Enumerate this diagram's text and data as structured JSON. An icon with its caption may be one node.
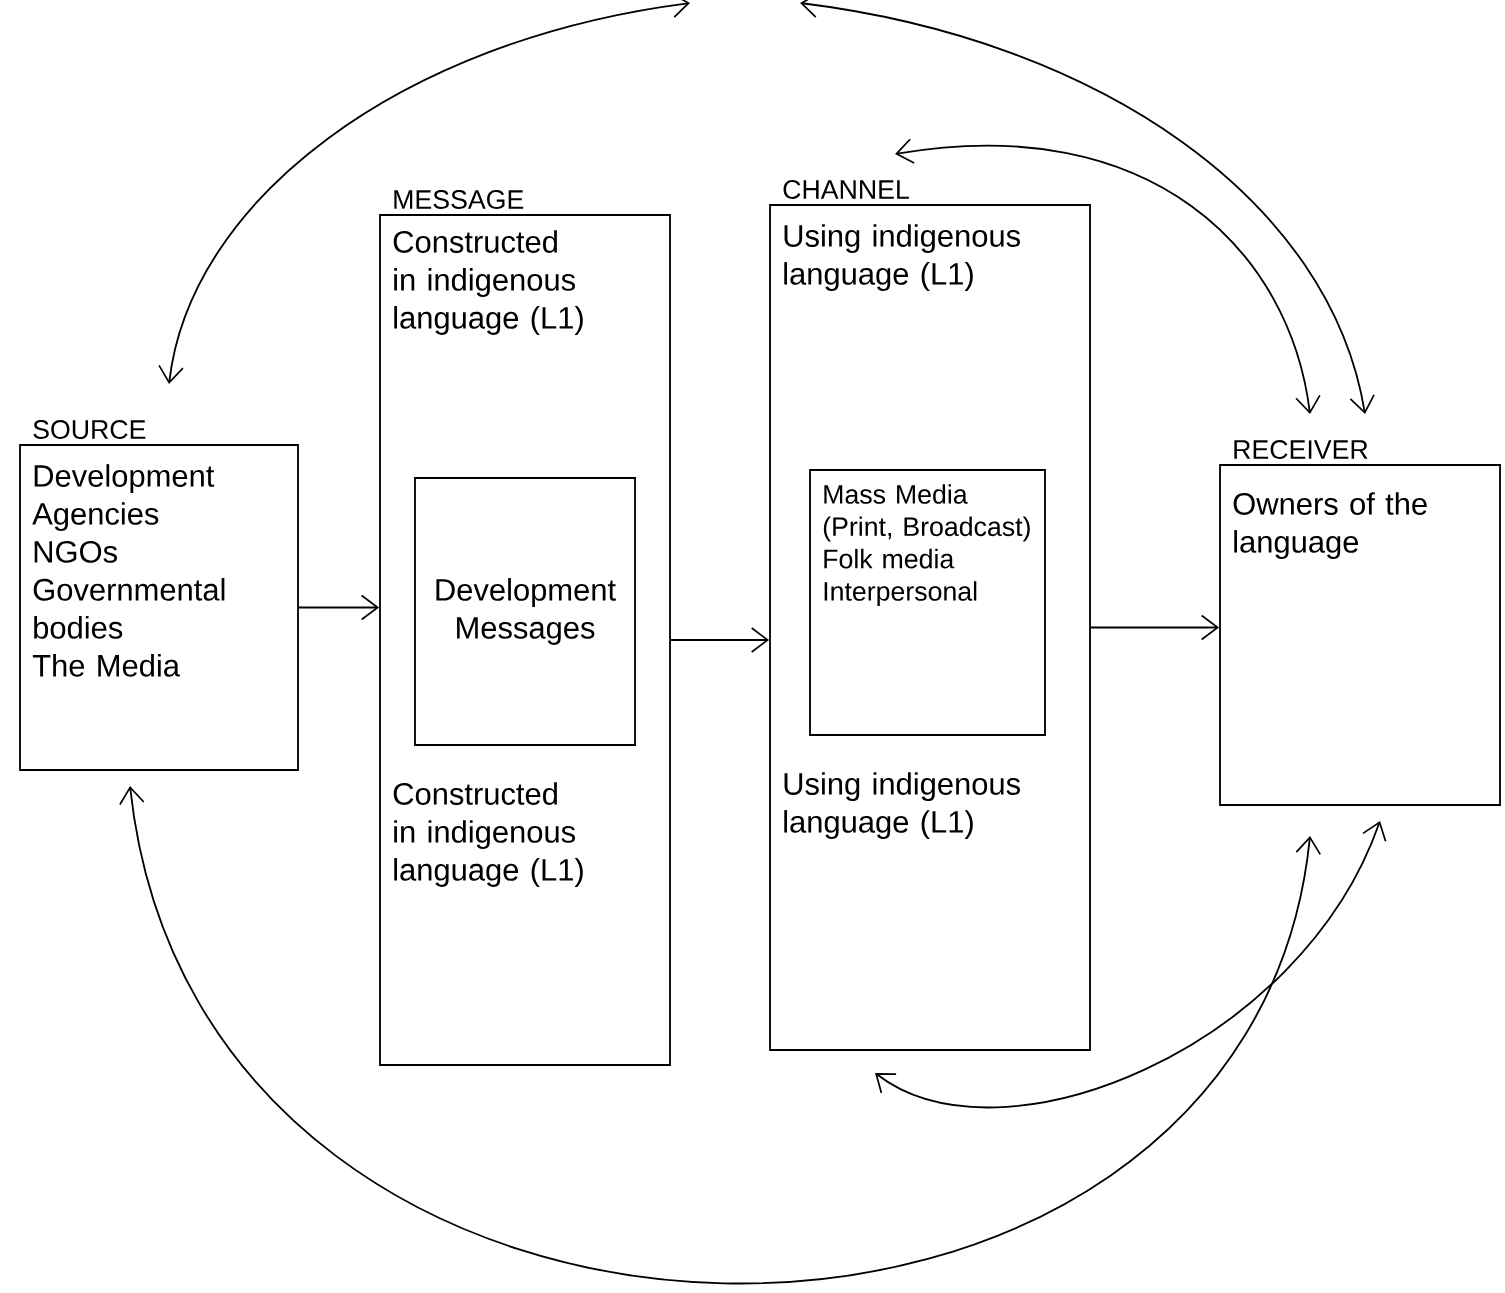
{
  "diagram": {
    "nodes": [
      {
        "text": [
          "SOURCE",
          "Development Agencies",
          "NGOs",
          "Governmental bodies",
          "The Media"
        ]
      },
      {
        "text": [
          "MESSAGE",
          "Constructed in indigenous language (L1)",
          "Constructed in indigenous language (L1)"
        ]
      },
      {
        "text": [
          "Development Messages"
        ],
        "in": 1
      },
      {
        "text": [
          "CHANNEL",
          "Using indigenous language (L1)",
          "Using indigenous language (L1)"
        ]
      },
      {
        "text": [
          "Mass Media (Print, Broadcast)",
          "Folk media",
          "Interpersonal"
        ],
        "in": 3
      },
      {
        "text": [
          "RECEIVER",
          "Owners of the language"
        ]
      }
    ],
    "edges": [
      {
        "from": 0,
        "to": 1,
        "arrow": "to"
      },
      {
        "from": 1,
        "to": 3,
        "arrow": "to"
      },
      {
        "from": 3,
        "to": 5,
        "arrow": "to"
      },
      {
        "from": null,
        "to": 0,
        "arrow": "both"
      },
      {
        "from": null,
        "to": 5,
        "arrow": "both"
      },
      {
        "from": 3,
        "to": 5,
        "arrow": "both"
      },
      {
        "from": 0,
        "to": 5,
        "arrow": "both"
      },
      {
        "from": 3,
        "to": 5,
        "arrow": "both"
      }
    ]
  }
}
